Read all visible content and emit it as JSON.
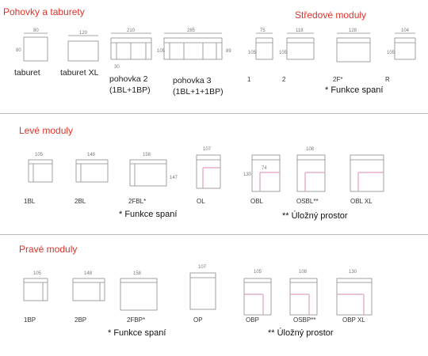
{
  "sections": {
    "a": {
      "title": "Pohovky a taburety"
    },
    "b": {
      "title": "Středové moduly"
    },
    "c": {
      "title": "Levé moduly"
    },
    "d": {
      "title": "Pravé moduly"
    }
  },
  "notes": {
    "sleep_top": "* Funkce spaní",
    "sleep_left": "* Funkce spaní",
    "storage_left": "** Úložný prostor",
    "sleep_right": "* Funkce spaní",
    "storage_right": "** Úložný prostor"
  },
  "labels": {
    "taburet": "taburet",
    "taburet_xl": "taburet XL",
    "pohovka2_a": "pohovka 2",
    "pohovka2_b": "(1BL+1BP)",
    "pohovka3_a": "pohovka 3",
    "pohovka3_b": "(1BL+1+1BP)",
    "m1": "1",
    "m2": "2",
    "m2f": "2F*",
    "mr": "R",
    "l1bl": "1BL",
    "l2bl": "2BL",
    "l2fbl": "2FBL*",
    "lol": "OL",
    "lobl": "OBL",
    "losbl": "OSBL**",
    "loblxl": "OBL XL",
    "r1bp": "1BP",
    "r2bp": "2BP",
    "r2fbp": "2FBP*",
    "rop": "OP",
    "robp": "OBP",
    "rosbp": "OSBP**",
    "robpxl": "OBP XL"
  },
  "dims": {
    "d80a": "80",
    "d80b": "80",
    "d120": "120",
    "d210": "210",
    "d285": "285",
    "d30": "30",
    "d105a": "105",
    "d89": "89",
    "d75": "75",
    "d118": "118",
    "d128": "128",
    "d104": "104",
    "d105b": "105",
    "d105c": "105",
    "d105d": "105",
    "d105e": "105",
    "d148": "148",
    "d158": "158",
    "d147": "147",
    "d107": "107",
    "d130": "130",
    "d74": "74",
    "d108": "108",
    "d105f": "105",
    "d148b": "148",
    "d158b": "158",
    "d107b": "107",
    "d105g": "105",
    "d108b": "108",
    "d130b": "130"
  },
  "colors": {
    "heading": "#d9342b",
    "line": "#8a8a8a",
    "storage": "#e0a0c0"
  }
}
